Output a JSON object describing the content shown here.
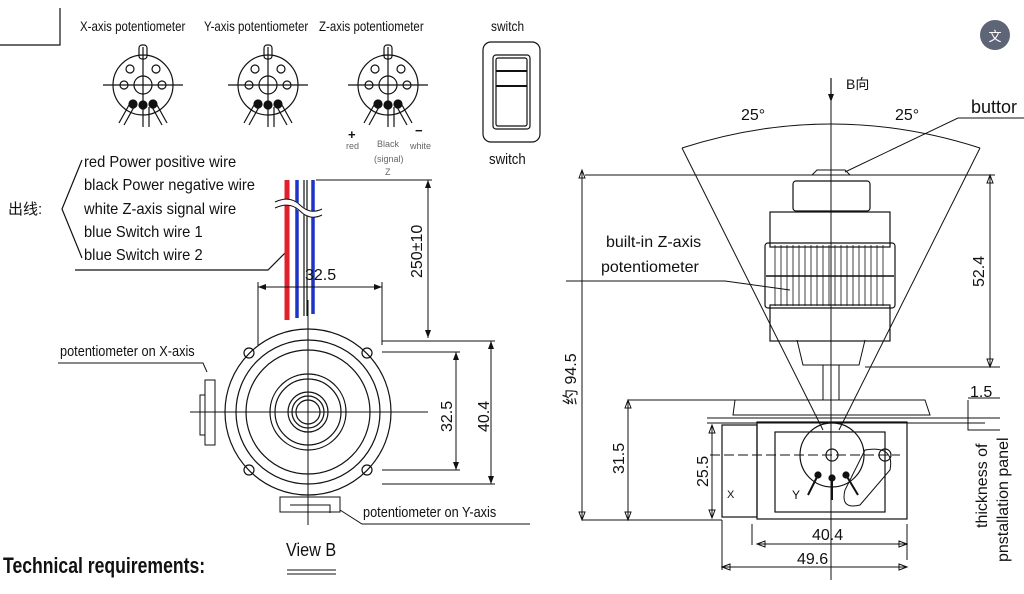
{
  "potentiometers": {
    "x_label": "X-axis potentiometer",
    "y_label": "Y-axis potentiometer",
    "z_label": "Z-axis potentiometer",
    "z_pins": {
      "plus": "+",
      "minus": "−",
      "red": "red",
      "black": "Black",
      "signal": "(signal)",
      "z": "Z",
      "white": "white"
    }
  },
  "switch": {
    "top_label": "switch",
    "bottom_label": "switch"
  },
  "wiring": {
    "prefix": "出线:",
    "wires": [
      "red Power positive wire",
      "black Power negative wire",
      "white Z-axis signal wire",
      "blue Switch wire 1",
      "blue Switch wire 2"
    ],
    "colors": {
      "red": "#e0202a",
      "blue": "#1e34c8"
    }
  },
  "view_b": {
    "dim_width": "32.5",
    "dim_cable": "250±10",
    "dim_holes": "32.5",
    "dim_body": "40.4",
    "pot_x_label": "potentiometer on X-axis",
    "pot_y_label": "potentiometer on Y-axis",
    "title": "View B"
  },
  "side_view": {
    "direction_label": "B向",
    "angle_left": "25°",
    "angle_right": "25°",
    "button_label": "buttor",
    "z_pot_label_1": "built-in Z-axis",
    "z_pot_label_2": "potentiometer",
    "dim_height_total": "约 94.5",
    "dim_upper": "52.4",
    "dim_panel": "1.5",
    "dim_lower": "31.5",
    "dim_inner": "25.5",
    "dim_width_inner": "40.4",
    "dim_width_outer": "49.6",
    "panel_label_1": "thickness of",
    "panel_label_2": "pnstallation panel",
    "x_mark": "X",
    "y_mark": "Y"
  },
  "footer": {
    "tech_req": "Technical requirements:"
  },
  "overlay": {
    "ocr_icon": "文"
  }
}
